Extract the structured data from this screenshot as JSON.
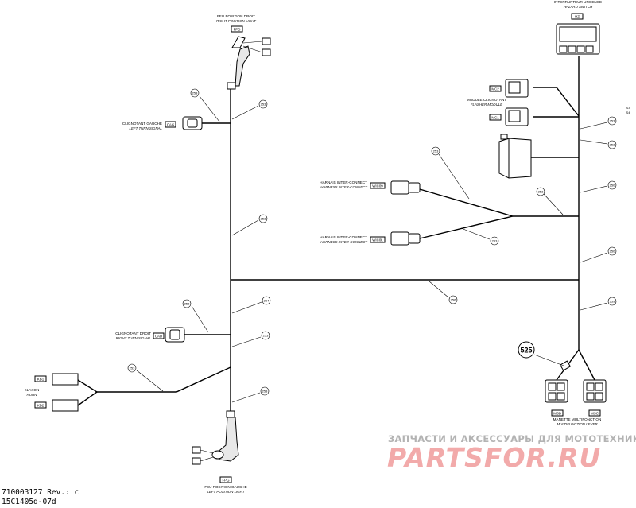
{
  "labels": {
    "fpd": {
      "fr": "FEU POSITION DROIT",
      "en": "RIGHT POSITION LIGHT",
      "code": "FPD"
    },
    "hazard": {
      "fr": "INTERRUPTEUR URGENCE",
      "en": "HAZARD SWITCH",
      "code": "HZ"
    },
    "flasher": {
      "fr": "MODULE CLIGNOTANT",
      "en": "FLASHER MODULE",
      "code1": "MC2",
      "code2": "MC1"
    },
    "left_turn": {
      "fr": "CLIGNOTANT GAUCHE",
      "en": "LEFT TURN SIGNAL",
      "code": "CAG"
    },
    "inter1": {
      "fr": "HARNAIS INTER-CONNECT",
      "en": "HARNESS INTER-CONNECT",
      "code": "WIC09"
    },
    "inter2": {
      "fr": "HARNAIS INTER-CONNECT",
      "en": "HARNESS INTER-CONNECT",
      "code": "WIC0L"
    },
    "right_turn": {
      "fr": "CLIGNOTANT DROIT",
      "en": "RIGHT TURN SIGNAL",
      "code": "CAD"
    },
    "horn": {
      "fr": "KLAXON",
      "en": "HORN",
      "code1": "KB1",
      "code2": "KB2"
    },
    "multi": {
      "fr": "MANETTE MULTIFONCTION",
      "en": "MULTIFUNCTION LEVER",
      "code1": "MSB",
      "code2": "MSC"
    },
    "fpg": {
      "fr": "FEU POSITION GAUCHE",
      "en": "LEFT POSITION LIGHT",
      "code": "FPG"
    },
    "side_codes": {
      "s1": "S3",
      "s2": "S4"
    }
  },
  "refs": {
    "r1": "253",
    "r2": "253",
    "r3": "253",
    "r4": "253",
    "r5": "253",
    "r6": "253",
    "r7": "253",
    "r8": "254",
    "r9": "253",
    "r10": "253",
    "r11": "253",
    "r12": "253",
    "r13": "256",
    "r14": "250",
    "r15": "250",
    "r16": "259",
    "r17": "253",
    "r18": "253"
  },
  "callout": "525",
  "doc": {
    "line1": "710003127 Rev.: c",
    "line2": "15C1405d-07d"
  },
  "watermark": {
    "top": "ЗАПЧАСТИ И АКСЕССУАРЫ ДЛЯ МОТОТЕХНИКИ",
    "main": "PARTSFOR.RU"
  }
}
